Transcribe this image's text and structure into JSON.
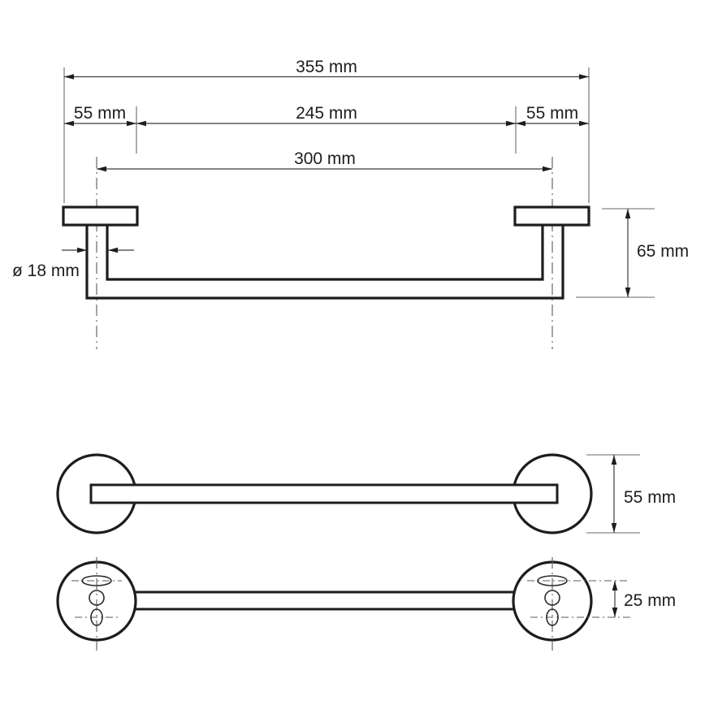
{
  "drawing": {
    "description": "Technical dimension drawing of a wall-mounted towel rail holder shown in three orthographic views (front elevation with dimensions, top view, and mounting-plate view)",
    "units": "mm",
    "colors": {
      "background": "#ffffff",
      "object_line": "#1d1d1b",
      "dimension_line": "#3c3c3c",
      "centerline": "#5a5a5a",
      "text": "#1d1d1b"
    },
    "labels": {
      "overall_width": "355 mm",
      "left_mount_width": "55 mm",
      "inner_span": "245 mm",
      "right_mount_width": "55 mm",
      "mount_center_spacing": "300 mm",
      "tube_diameter": "ø 18 mm",
      "profile_depth": "65 mm",
      "flange_diameter": "55 mm",
      "screw_hole_spacing": "25 mm"
    }
  }
}
